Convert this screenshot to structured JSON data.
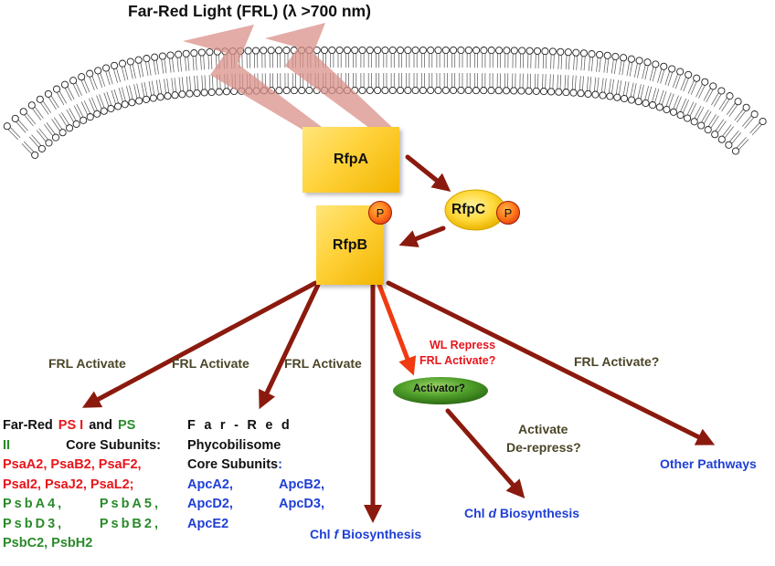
{
  "title": "Far-Red Light (FRL) (λ >700 nm)",
  "nodes": {
    "rfpa": "RfpA",
    "rfpb": "RfpB",
    "rfpc": "RfpC",
    "phospho": "P",
    "activator": "Activator?"
  },
  "edge_labels": {
    "frl_activate_1": "FRL Activate",
    "frl_activate_2": "FRL Activate",
    "frl_activate_3": "FRL Activate",
    "wl_repress": "WL Repress",
    "frl_activate_q": "FRL Activate?",
    "frl_activate_q2": "FRL Activate?",
    "activate": "Activate",
    "derepress": "De-repress?"
  },
  "targets": {
    "ps_block": {
      "l1_a": "Far-Red",
      "l1_b": "PS I",
      "l1_c": "and",
      "l1_d": "PS",
      "l2_a": "II",
      "l2_b": "Core Subunits:",
      "l3": "PsaA2, PsaB2, PsaF2,",
      "l4": "PsaI2, PsaJ2, PsaL2;",
      "l5_a": "PsbA4,",
      "l5_b": "PsbA5,",
      "l6_a": "PsbD3,",
      "l6_b": "PsbB2,",
      "l7": "PsbC2, PsbH2"
    },
    "pbs_block": {
      "l1": "Far-Red",
      "l2": "Phycobilisome",
      "l3_a": "Core Subunits",
      "l3_b": ":",
      "l4_a": "ApcA2,",
      "l4_b": "ApcB2,",
      "l5_a": "ApcD2,",
      "l5_b": "ApcD3,",
      "l6": "ApcE2"
    },
    "chl_f": {
      "a": "Chl ",
      "b": "f",
      "c": " Biosynthesis"
    },
    "chl_d": {
      "a": "Chl ",
      "b": "d",
      "c": " Biosynthesis"
    },
    "other": "Other Pathways"
  },
  "colors": {
    "arrow": "#8b1a0e",
    "arrow_bright": "#f03a10",
    "light_beam": "#d9908a",
    "box_fill": "#ffd23a",
    "activator": "#3f8f1f",
    "text_olive": "#4b4528",
    "text_red": "#e8151b",
    "text_green": "#2a8a2a",
    "text_blue": "#1f3fd6"
  }
}
